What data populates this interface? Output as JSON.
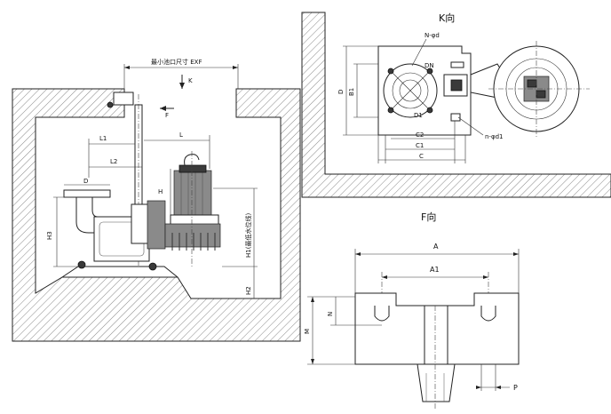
{
  "pit_view": {
    "opening_label": "最小池口尺寸 EXF",
    "k_arrow": "K",
    "f_arrow": "F",
    "l1": "L1",
    "l2": "L2",
    "l": "L",
    "d": "D",
    "h": "H",
    "h3": "H3",
    "h1": "H1(最低水位线)",
    "h2": "H2"
  },
  "k_view": {
    "title": "K向",
    "n_phi_d": "N-φd",
    "dn": "DN",
    "d1_circle": "D1",
    "d": "D",
    "b1": "B1",
    "c2": "C2",
    "c1": "C1",
    "c": "C",
    "n_phi_d1": "n-φd1"
  },
  "f_view": {
    "title": "F向",
    "a": "A",
    "a1": "A1",
    "n": "N",
    "m": "M",
    "p": "P"
  }
}
